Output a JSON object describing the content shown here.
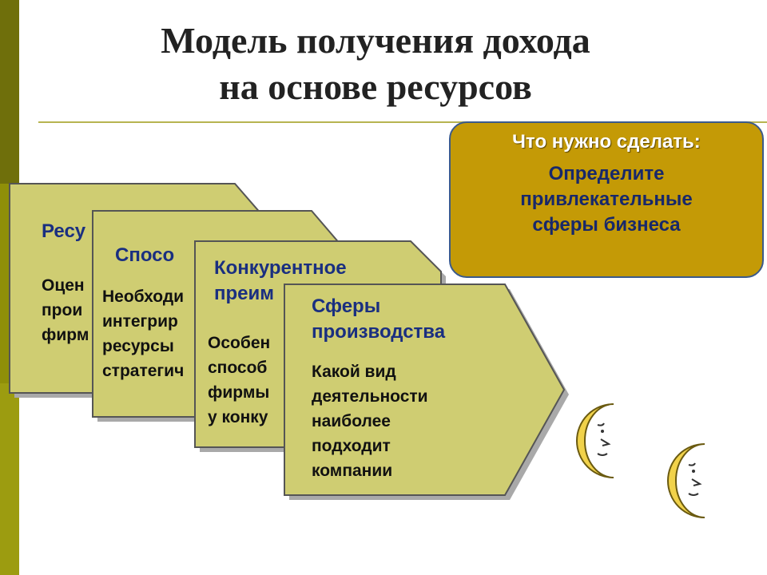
{
  "slide": {
    "title_line1": "Модель получения дохода",
    "title_line2": "на основе ресурсов"
  },
  "callout": {
    "heading": "Что нужно сделать:",
    "text": "Определите\nпривлекательные\nсферы бизнеса"
  },
  "arrows": [
    {
      "title": "Ресу",
      "desc": "Оцен\nпрои\nфирм"
    },
    {
      "title": "Спосо",
      "desc": "Необходи\nинтегрир\nресурсы\nстратегич"
    },
    {
      "title": "Конкурентное\nпреим",
      "desc": "Особен\nспособ\nфирмы\nу конку"
    },
    {
      "title": "Сферы\nпроизводства",
      "desc": "Какой вид\nдеятельности\nнаиболее подходит\nкомпании"
    }
  ],
  "colors": {
    "arrow_fill": "#cfcd72",
    "arrow_border": "#555555",
    "callout_fill": "#c49a06",
    "title_text": "#1a2f80",
    "moon": "#f1d24a"
  },
  "icons": [
    "crescent-moon-face-icon",
    "crescent-moon-face-icon"
  ]
}
